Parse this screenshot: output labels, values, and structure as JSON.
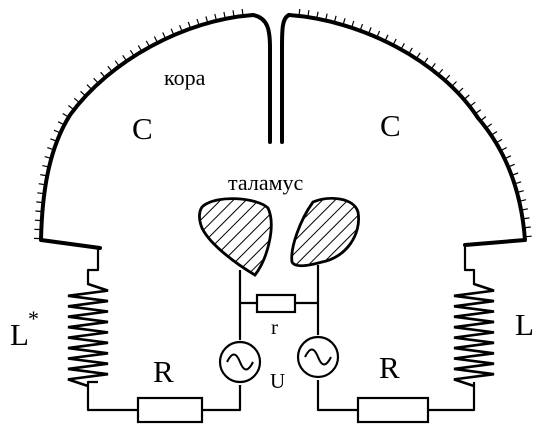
{
  "diagram": {
    "hemisphere_left_label": "C",
    "hemisphere_right_label": "C",
    "cortex_label": "кора",
    "thalamus_label": "таламус",
    "inductor_left_label": "L",
    "inductor_left_sup": "*",
    "inductor_right_label": "L",
    "resistor_left_label": "R",
    "resistor_right_label": "R",
    "resistor_mid_label": "r",
    "source_label": "U"
  }
}
